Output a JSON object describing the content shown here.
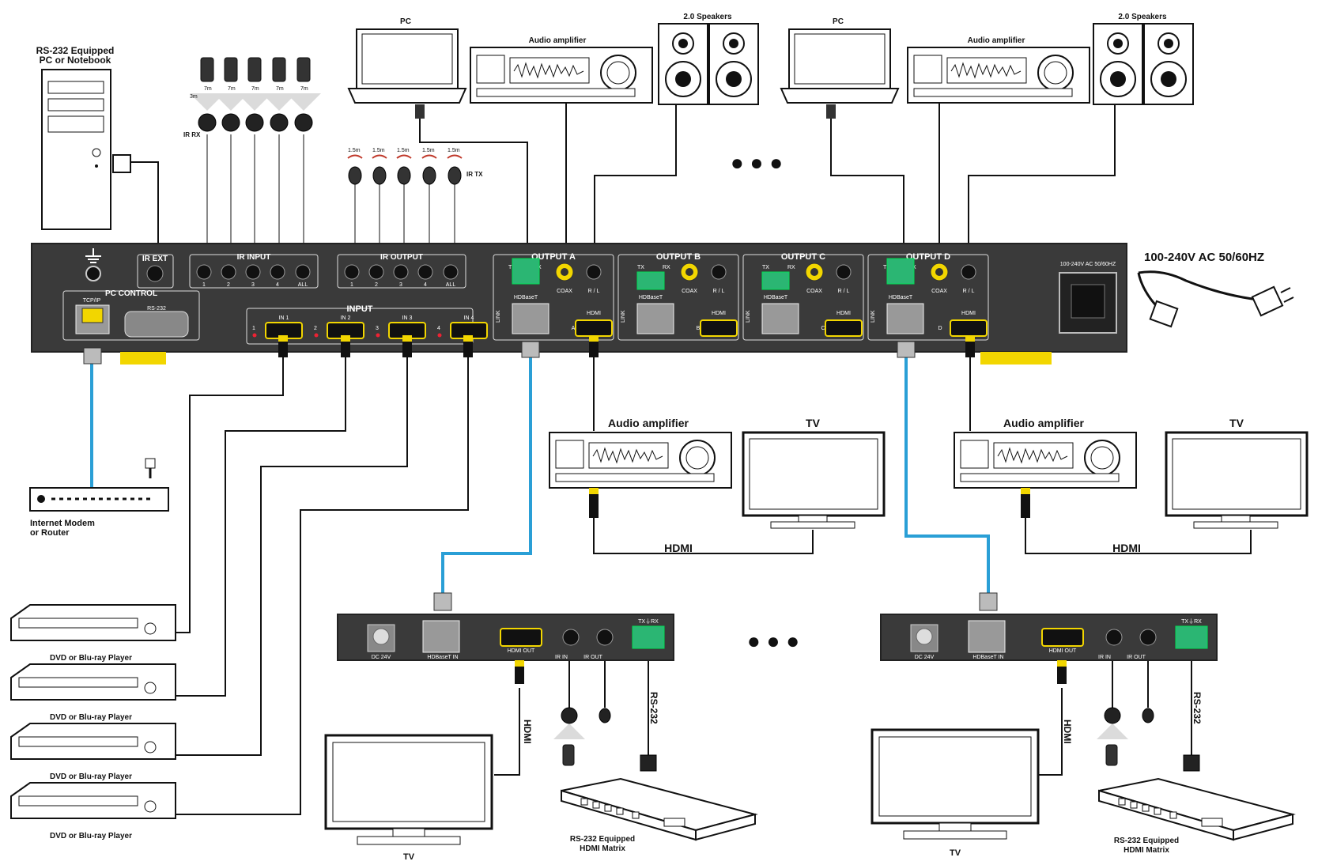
{
  "pc_rs232": {
    "line1": "RS-232 Equipped",
    "line2": "PC or Notebook"
  },
  "pc": "PC",
  "audio_amplifier": "Audio amplifier",
  "speakers": "2.0 Speakers",
  "power_label": "100-240V AC 50/60HZ",
  "power_socket_label": "100-240V AC 50/60HZ",
  "ir_rx": "IR RX",
  "ir_tx": "IR TX",
  "ir_rx_dist": [
    "7m",
    "3m"
  ],
  "ir_tx_dist": "1.5m",
  "matrix": {
    "ir_ext": "IR EXT",
    "ir_input": "IR INPUT",
    "ir_output": "IR OUTPUT",
    "port_nums": [
      "1",
      "2",
      "3",
      "4",
      "ALL"
    ],
    "pc_control": "PC CONTROL",
    "tcp_ip": "TCP/IP",
    "rs232": "RS-232",
    "input": "INPUT",
    "inputs": [
      "IN 1",
      "IN 2",
      "IN 3",
      "IN 4"
    ],
    "input_nums": [
      "1",
      "2",
      "3",
      "4"
    ],
    "outputs": [
      {
        "title": "OUTPUT A",
        "letter": "A"
      },
      {
        "title": "OUTPUT B",
        "letter": "B"
      },
      {
        "title": "OUTPUT C",
        "letter": "C"
      },
      {
        "title": "OUTPUT D",
        "letter": "D"
      }
    ],
    "tx": "TX",
    "rx": "RX",
    "coax": "COAX",
    "rl": "R / L",
    "hdbaset": "HDBaseT",
    "hdmi": "HDMI",
    "link": "LINK"
  },
  "router": {
    "line1": "Internet Modem",
    "line2": "or Router"
  },
  "dvd": "DVD or Blu-ray Player",
  "tv": "TV",
  "hdmi": "HDMI",
  "rs232": "RS-232",
  "receiver": {
    "dc": "DC 24V",
    "hdbaset_in": "HDBaseT IN",
    "hdmi_out": "HDMI OUT",
    "ir_in": "IR IN",
    "ir_out": "IR OUT",
    "txrx": "TX⏚RX"
  },
  "rs232_matrix": {
    "line1": "RS-232 Equipped",
    "line2": "HDMI Matrix"
  },
  "ellipsis": "● ● ●",
  "colors": {
    "panel": "#3a3a3a",
    "hdbaset_cable": "#2a9fd6",
    "connector_green": "#2bb673",
    "coax_yellow": "#f2d600",
    "foot_yellow": "#f2d600"
  }
}
